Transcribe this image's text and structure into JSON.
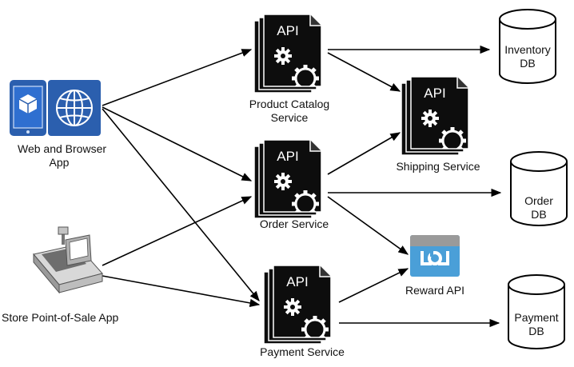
{
  "nodes": {
    "web_app": {
      "line1": "Web and Browser",
      "line2": "App"
    },
    "pos_app": {
      "label": "Store Point-of-Sale App"
    },
    "product_catalog": {
      "line1": "Product Catalog",
      "line2": "Service",
      "badge": "API"
    },
    "order_service": {
      "label": "Order Service",
      "badge": "API"
    },
    "payment_service": {
      "label": "Payment Service",
      "badge": "API"
    },
    "shipping_service": {
      "label": "Shipping Service",
      "badge": "API"
    },
    "reward_api": {
      "label": "Reward API"
    },
    "inventory_db": {
      "line1": "Inventory",
      "line2": "DB"
    },
    "order_db": {
      "line1": "Order",
      "line2": "DB"
    },
    "payment_db": {
      "line1": "Payment",
      "line2": "DB"
    }
  },
  "edges": [
    {
      "from": "web_app",
      "to": "product_catalog"
    },
    {
      "from": "web_app",
      "to": "order_service"
    },
    {
      "from": "web_app",
      "to": "payment_service"
    },
    {
      "from": "pos_app",
      "to": "order_service"
    },
    {
      "from": "pos_app",
      "to": "payment_service"
    },
    {
      "from": "product_catalog",
      "to": "inventory_db"
    },
    {
      "from": "product_catalog",
      "to": "shipping_service"
    },
    {
      "from": "order_service",
      "to": "shipping_service"
    },
    {
      "from": "order_service",
      "to": "order_db"
    },
    {
      "from": "order_service",
      "to": "reward_api"
    },
    {
      "from": "payment_service",
      "to": "reward_api"
    },
    {
      "from": "payment_service",
      "to": "payment_db"
    }
  ],
  "colors": {
    "line": "#000000",
    "api_doc": "#0d0d0d",
    "web_tile": "#2b5fae",
    "reward_tile": "#4a9fd8"
  },
  "icons": {
    "mobile": "cube-mobile-icon",
    "browser": "globe-icon",
    "pos": "cash-register-icon",
    "api": "api-gear-icon",
    "db": "cylinder-icon",
    "reward": "reward-api-icon"
  }
}
